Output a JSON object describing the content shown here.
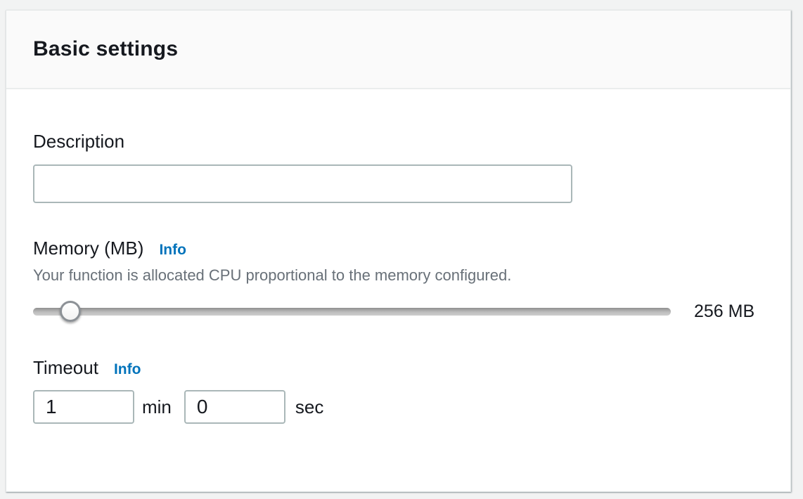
{
  "panel": {
    "title": "Basic settings"
  },
  "description": {
    "label": "Description",
    "value": ""
  },
  "memory": {
    "label": "Memory (MB)",
    "info_label": "Info",
    "helper_text": "Your function is allocated CPU proportional to the memory configured.",
    "value_label": "256 MB",
    "value_mb": 256,
    "slider_handle_percent": 5.8
  },
  "timeout": {
    "label": "Timeout",
    "info_label": "Info",
    "minutes_value": "1",
    "minutes_unit": "min",
    "seconds_value": "0",
    "seconds_unit": "sec"
  },
  "colors": {
    "accent_link": "#0073bb",
    "text_dark": "#16191f",
    "text_muted": "#687078",
    "input_border": "#aab7b8",
    "header_background": "#fafafa",
    "divider": "#eaeded"
  }
}
